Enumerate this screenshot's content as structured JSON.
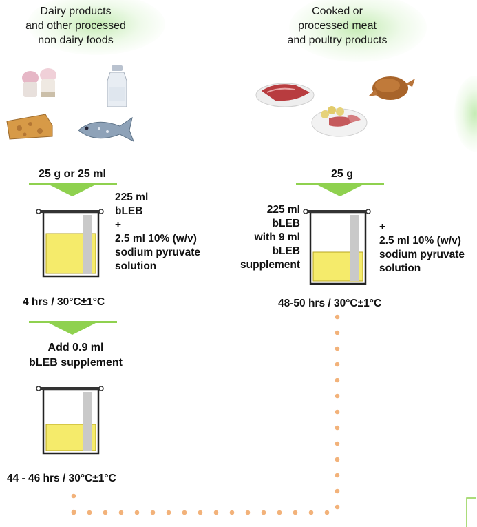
{
  "left": {
    "title": [
      "Dairy products",
      "and other processed",
      "non dairy foods"
    ],
    "quantity": "25 g or 25 ml",
    "medium": [
      "225 ml",
      "bLEB",
      "+",
      "2.5 ml 10% (w/v)",
      "sodium pyruvate",
      "solution"
    ],
    "time1": "4 hrs / 30°C±1°C",
    "supplement": [
      "Add 0.9 ml",
      "bLEB supplement"
    ],
    "time2": "44 - 46 hrs / 30°C±1°C"
  },
  "right": {
    "title": [
      "Cooked or",
      "processed meat",
      "and poultry products"
    ],
    "quantity": "25 g",
    "medium_left": [
      "225 ml",
      "bLEB",
      "with 9 ml",
      "bLEB",
      "supplement"
    ],
    "medium_right": [
      "+",
      "2.5 ml 10% (w/v)",
      "sodium pyruvate",
      "solution"
    ],
    "time": "48-50 hrs / 30°C±1°C"
  },
  "colors": {
    "arrow": "#8fd14f",
    "liquid": "#f5eb6b",
    "dots": "#f2b27a",
    "glow": "#a8e08a"
  },
  "icons": [
    "ice-cream-icon",
    "milk-bottle-icon",
    "cheese-icon",
    "fish-icon",
    "raw-meat-icon",
    "roast-chicken-icon",
    "meat-plate-icon",
    "flask-icon"
  ]
}
